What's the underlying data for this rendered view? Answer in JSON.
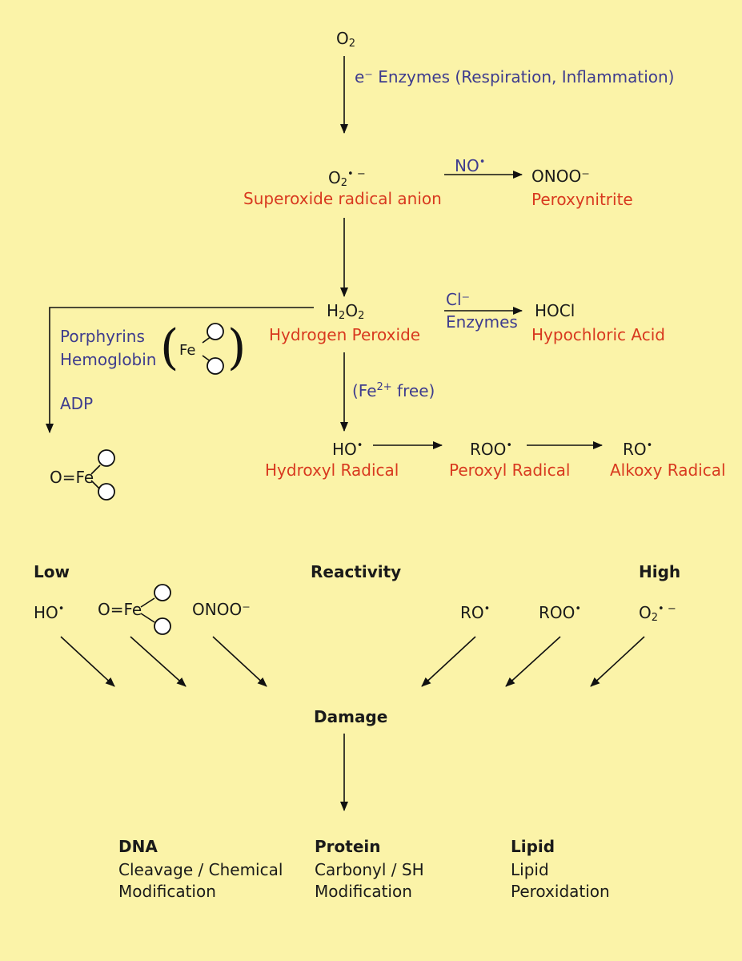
{
  "colors": {
    "background": "#fbf3a8",
    "species": "#d8391f",
    "enzyme": "#3e3c8e",
    "ink": "#1a1a1a"
  },
  "top": {
    "o2": "O",
    "o2_sub": "2",
    "step1": "e⁻ Enzymes (Respiration, Inflammation)",
    "superoxide_formula": "O",
    "superoxide_sub": "2",
    "superoxide_sup": "• −",
    "superoxide_name": "Superoxide radical anion",
    "no_label": "NO",
    "no_sup": "•",
    "peroxynitrite_formula": "ONOO⁻",
    "peroxynitrite_name": "Peroxynitrite",
    "h2o2_h": "H",
    "h2o2_sub1": "2",
    "h2o2_o": "O",
    "h2o2_sub2": "2",
    "h2o2_name": "Hydrogen Peroxide",
    "cl_label": "Cl⁻",
    "enzymes_label": "Enzymes",
    "hocl_formula": "HOCl",
    "hocl_name": "Hypochloric Acid",
    "porphyrins": "Porphyrins",
    "hemoglobin": "Hemoglobin",
    "fe": "Fe",
    "adp": "ADP",
    "ferryl": "O=Fe",
    "fe_free_open": "(Fe",
    "fe_free_sup": "2+",
    "fe_free_close": " free)",
    "hydroxyl_formula": "HO",
    "hydroxyl_name": "Hydroxyl Radical",
    "peroxyl_formula": "ROO",
    "peroxyl_name": "Peroxyl Radical",
    "alkoxy_formula": "RO",
    "alkoxy_name": "Alkoxy Radical",
    "radical_dot": "•"
  },
  "bottom": {
    "low": "Low",
    "reactivity": "Reactivity",
    "high": "High",
    "sp_ho": "HO",
    "sp_ferryl": "O=Fe",
    "sp_onoo": "ONOO⁻",
    "sp_ro": "RO",
    "sp_roo": "ROO",
    "sp_o2": "O",
    "sp_o2_sub": "2",
    "sp_o2_sup": "• −",
    "damage": "Damage",
    "dna_title": "DNA",
    "dna_line1": "Cleavage / Chemical",
    "dna_line2": "Modification",
    "protein_title": "Protein",
    "protein_line1": "Carbonyl / SH",
    "protein_line2": "Modification",
    "lipid_title": "Lipid",
    "lipid_line1": "Lipid",
    "lipid_line2": "Peroxidation"
  }
}
